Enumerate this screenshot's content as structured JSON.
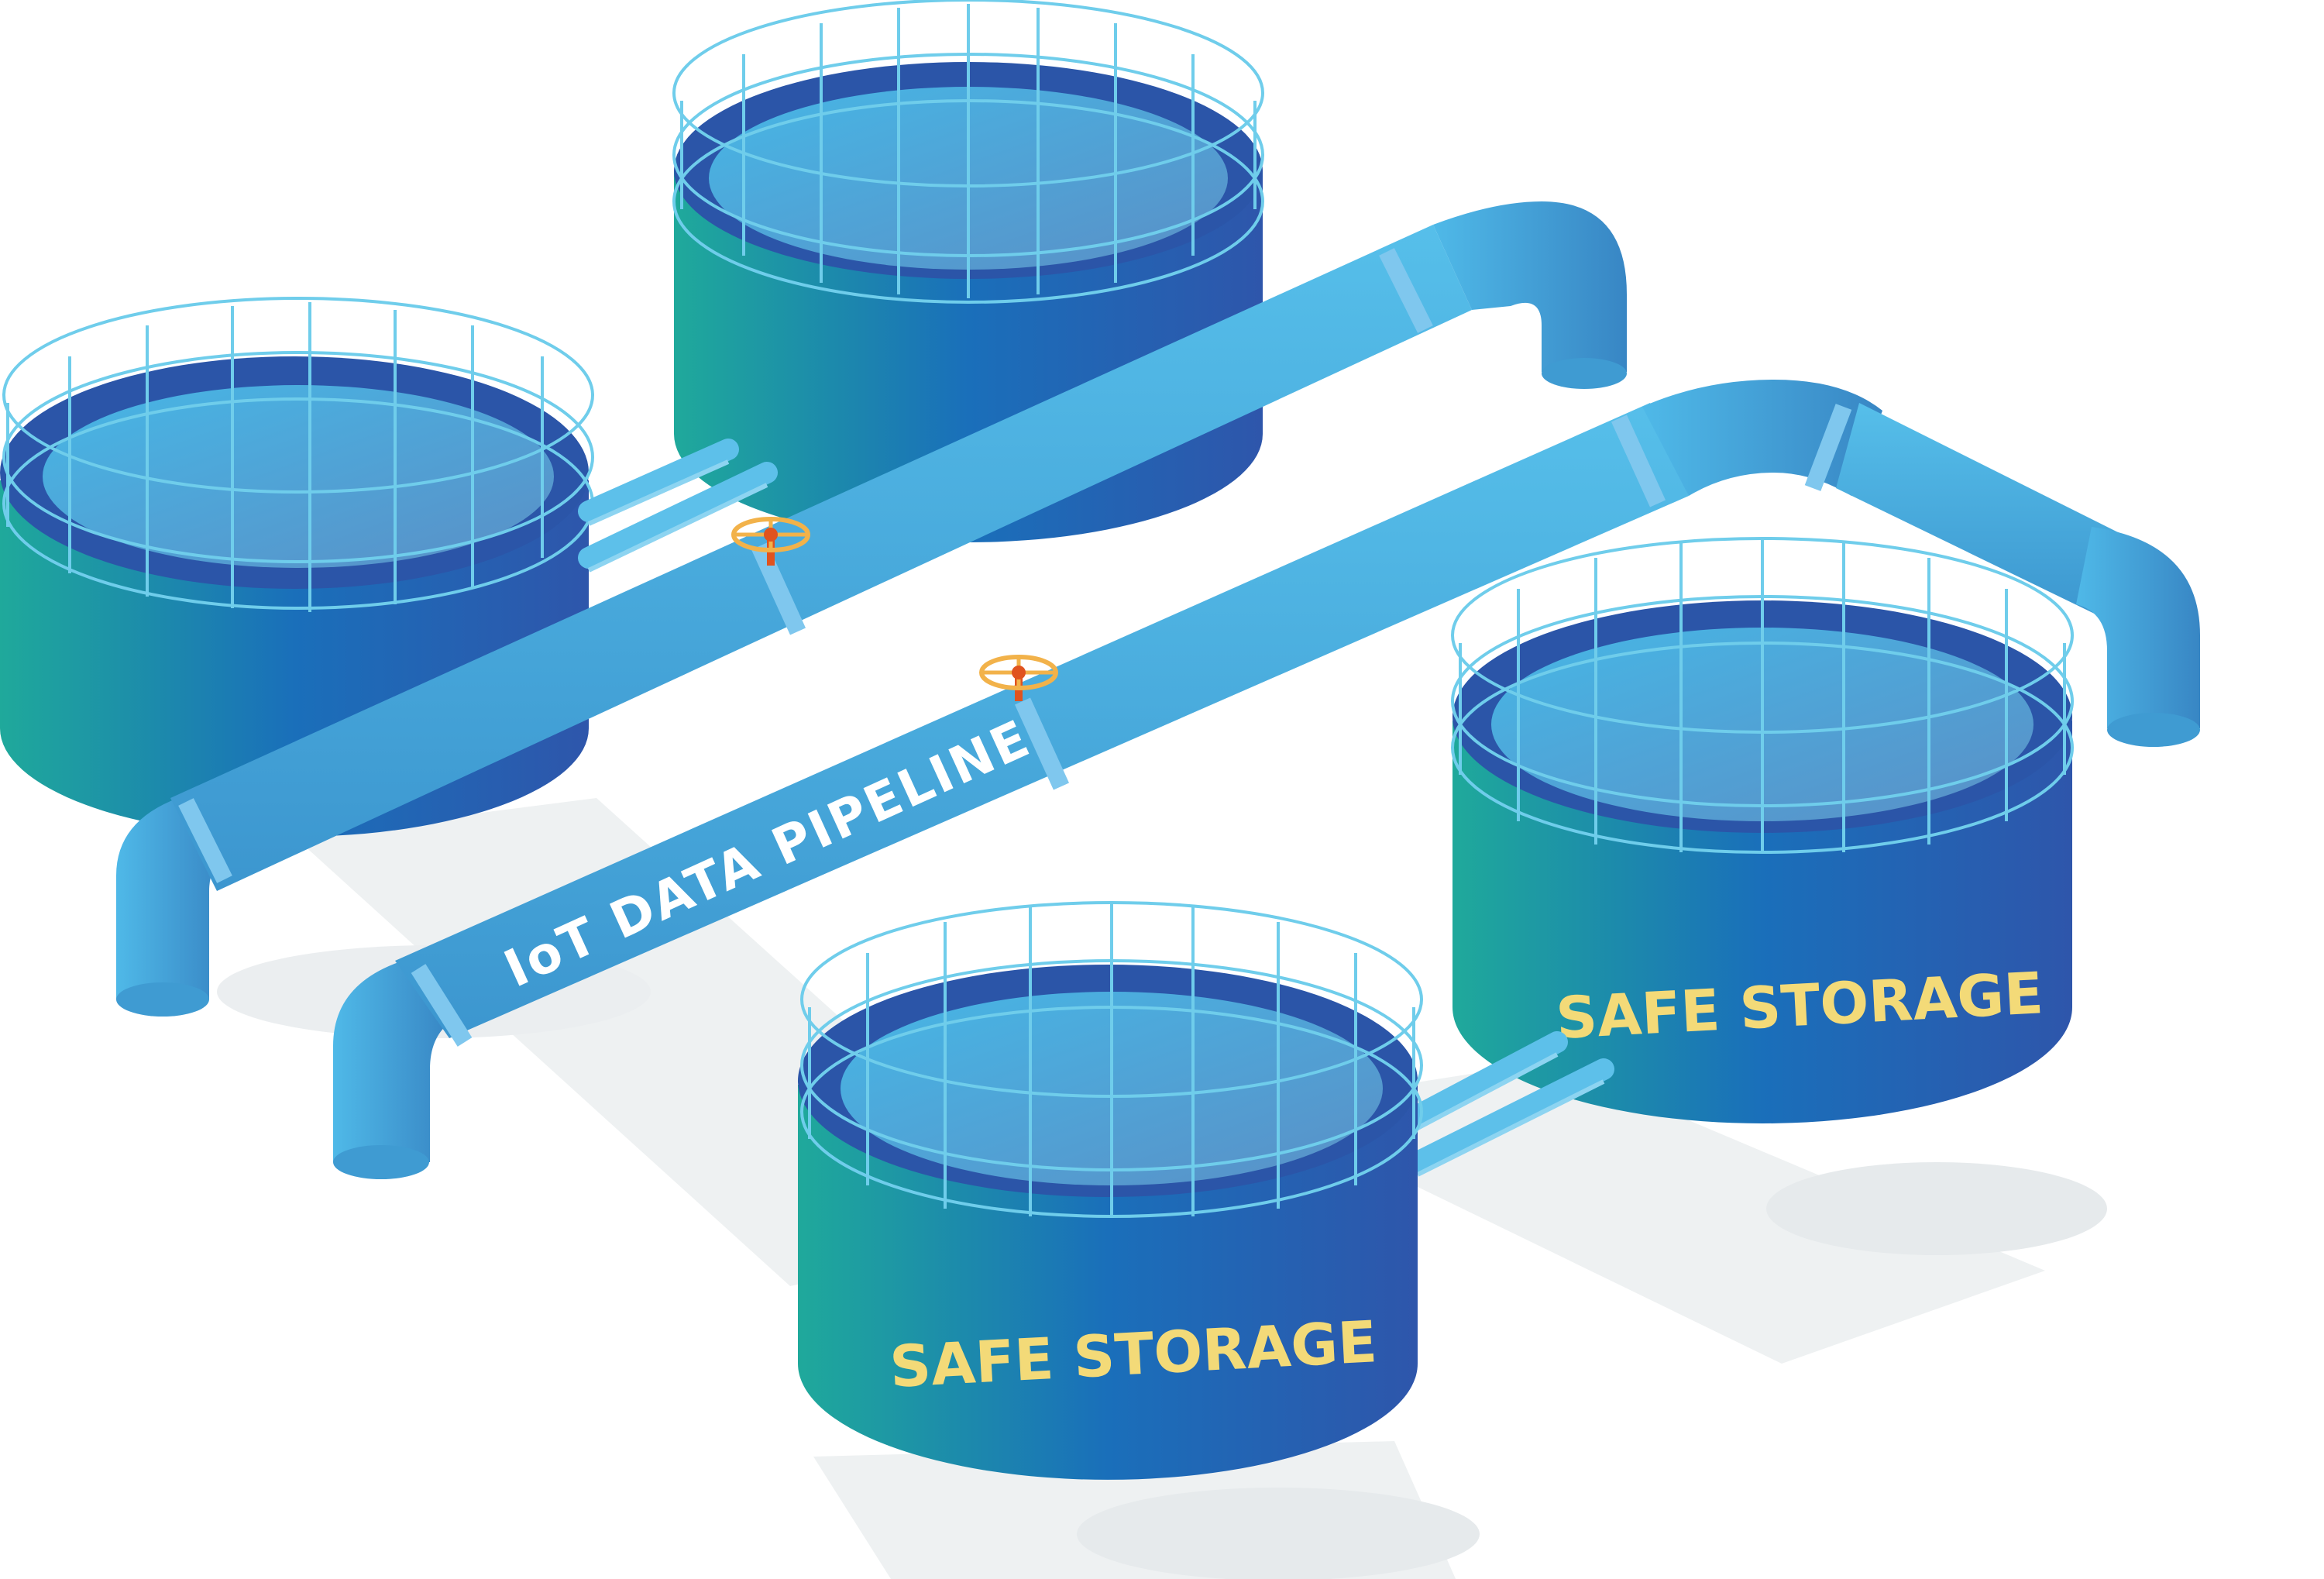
{
  "pipeline": {
    "label": "IoT DATA PIPELINE"
  },
  "tanks": {
    "front_label": "SAFE STORAGE",
    "right_label": "SAFE STORAGE"
  },
  "colors": {
    "tank_teal": "#1FA99B",
    "tank_mid": "#1A6FBA",
    "tank_dark": "#2E56AB",
    "tank_top_rim": "#2B55A8",
    "water_surface": "#44B4E4",
    "pipe": "#45B3E3",
    "pipe_shade": "#3A8FCB",
    "railing": "#6FCDEB",
    "valve": "#F2B24A",
    "valve_stem": "#E0531F",
    "label_text": "#F3DA78",
    "pipeline_text": "#FFFFFF",
    "shadow": "#E9ECEE"
  },
  "icons": [
    "storage-tank-icon",
    "pipe-icon",
    "valve-icon",
    "railing-icon"
  ]
}
